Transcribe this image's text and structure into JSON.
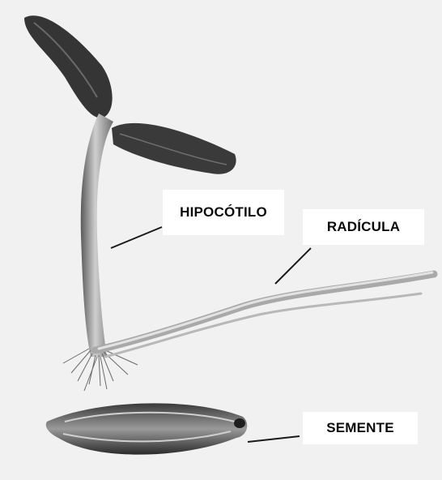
{
  "labels": {
    "hypocotyl": "HIPOCÓTILO",
    "radicle": "RADÍCULA",
    "seed": "SEMENTE"
  },
  "colors": {
    "background": "#f1f1f1",
    "plant_dark": "#2e2e2e",
    "plant_mid": "#6a6a6a",
    "plant_light": "#b5b5b5",
    "label_text": "#0b0b0b"
  }
}
